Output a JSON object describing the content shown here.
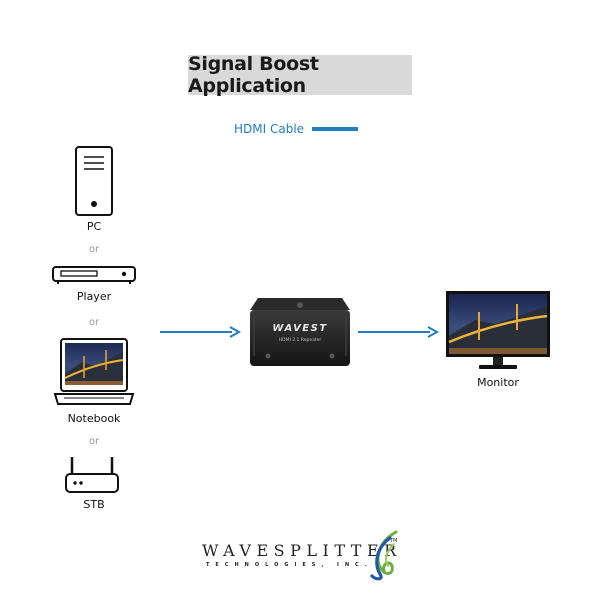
{
  "title": "Signal Boost Application",
  "legend": {
    "label": "HDMI Cable",
    "color": "#1f7fc2"
  },
  "sources": [
    {
      "label": "PC",
      "icon": "pc-tower-icon"
    },
    {
      "label": "Player",
      "icon": "media-player-icon"
    },
    {
      "label": "Notebook",
      "icon": "notebook-laptop-icon"
    },
    {
      "label": "STB",
      "icon": "set-top-box-icon"
    }
  ],
  "separator": "or",
  "device": {
    "brand": "WAVEST",
    "model": "HDMI 2.1 Repeater",
    "icon": "hdmi-repeater-device-icon"
  },
  "sink": {
    "label": "Monitor",
    "icon": "monitor-icon"
  },
  "logo": {
    "name": "WAVESPLITTER",
    "tagline": "TECHNOLOGIES, INC.",
    "tm": "TM"
  },
  "colors": {
    "accent": "#1f7fc2",
    "title_bg": "#d9d9d9",
    "device_body": "#1c1c1c",
    "separator_text": "#9a9a9a"
  }
}
